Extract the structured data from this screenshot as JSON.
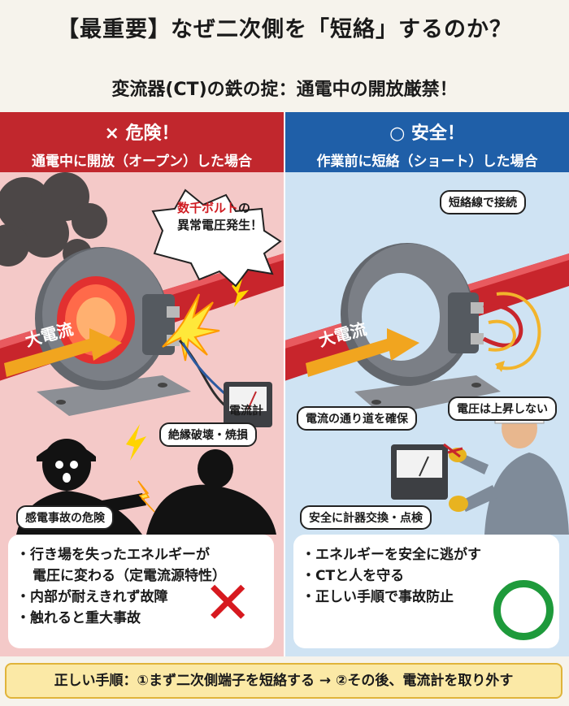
{
  "title": "【最重要】なぜ二次側を「短絡」するのか？",
  "subtitle": "変流器(CT)の鉄の掟：通電中の開放厳禁！",
  "left": {
    "header_title": "× 危険！",
    "header_sub": "通電中に開放（オープン）した場合",
    "burst_line1_red": "数千ボルト",
    "burst_line1_rest": "の",
    "burst_line2": "異常電圧発生！",
    "arrow_label": "大電流",
    "meter_label": "電流計",
    "damage_label": "絶縁破壊・焼損",
    "shock_label": "感電事故の危険",
    "bullets": [
      "・行き場を失ったエネルギーが",
      "電圧に変わる（定電流源特性）",
      "・内部が耐えきれず故障",
      "・触れると重大事故"
    ],
    "mark": "✕",
    "mark_color": "#d7191f"
  },
  "right": {
    "header_title": "○ 安全！",
    "header_sub": "作業前に短絡（ショート）した場合",
    "short_label": "短絡線で接続",
    "arrow_label": "大電流",
    "path_label": "電流の通り道を確保",
    "voltage_label": "電圧は上昇しない",
    "work_label": "安全に計器交換・点検",
    "bullets": [
      "・エネルギーを安全に逃がす",
      "・CTと人を守る",
      "・正しい手順で事故防止"
    ],
    "mark_color": "#1e9a3b"
  },
  "footer": "正しい手順：①まず二次側端子を短絡する → ②その後、電流計を取り外す"
}
